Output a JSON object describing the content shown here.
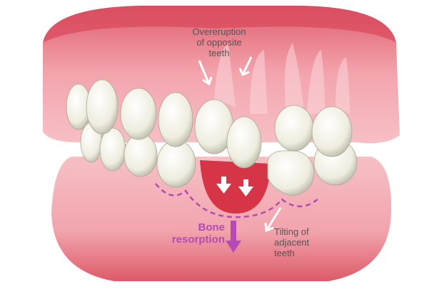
{
  "labels": {
    "overeruption": [
      "Overeruption",
      "of opposite",
      "teeth"
    ],
    "bone_resorption": [
      "Bone",
      "resorption"
    ],
    "tilting": [
      "Tilting of",
      "adjacent",
      "teeth"
    ]
  },
  "colors": {
    "gum": "#e8737f",
    "gum_light": "#f5b3ba",
    "gum_dark": "#d2485a",
    "tooth": "#f3f1e6",
    "bone_marker": "#b54ab5",
    "arrow": "#ffffff"
  }
}
